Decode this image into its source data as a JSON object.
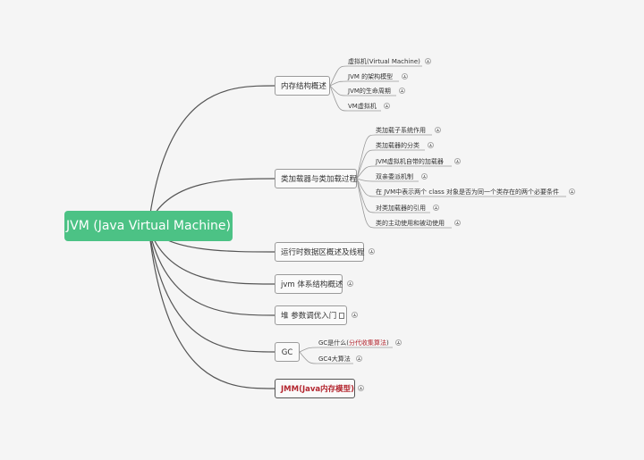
{
  "root": {
    "label": "JVM (Java Virtual Machine)"
  },
  "colors": {
    "root_bg": "#4cc285",
    "line": "#555555",
    "leaf_line": "#9a9a9a",
    "emphasis": "#b3262f"
  },
  "branches": [
    {
      "label": "内存结构概述",
      "children": [
        {
          "label": "虚拟机(Virtual Machine)"
        },
        {
          "label": "JVM 的架构模型"
        },
        {
          "label": "JVM的生命周期"
        },
        {
          "label": "VM虚拟机"
        }
      ]
    },
    {
      "label": "类加载器与类加载过程",
      "children": [
        {
          "label": "类加载子系统作用"
        },
        {
          "label": "类加载器的分类"
        },
        {
          "label": "JVM虚拟机自带的加载器"
        },
        {
          "label": "双亲委派机制"
        },
        {
          "label": "在 JVM中表示两个 class 对象是否为同一个类存在的两个必要条件"
        },
        {
          "label": "对类加载器的引用"
        },
        {
          "label": "类的主动使用和被动使用"
        }
      ]
    },
    {
      "label": "运行时数据区概述及线程",
      "children": []
    },
    {
      "label": "jvm 体系结构概述",
      "children": []
    },
    {
      "label": "堆 参数调优入门",
      "children": [],
      "note_icon": "note-icon"
    },
    {
      "label": "GC",
      "children": [
        {
          "label": "GC是什么(分代收集算法)"
        },
        {
          "label": "GC4大算法"
        }
      ]
    },
    {
      "label": "JMM(Java内存模型)",
      "children": []
    }
  ]
}
